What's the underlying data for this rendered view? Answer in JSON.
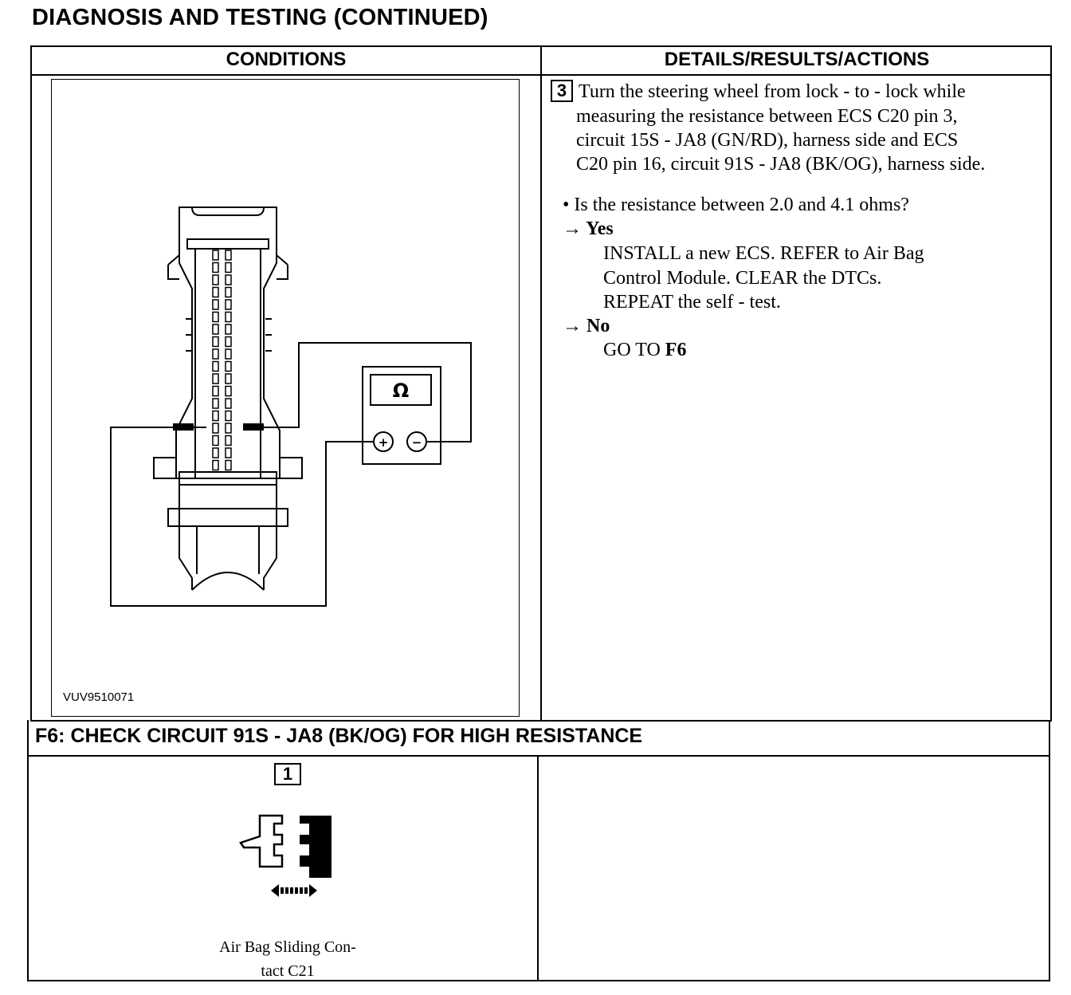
{
  "page": {
    "title": "DIAGNOSIS AND TESTING (CONTINUED)"
  },
  "table": {
    "conditions_header": "CONDITIONS",
    "details_header": "DETAILS/RESULTS/ACTIONS"
  },
  "diagram": {
    "figure_id": "VUV9510071",
    "meter_symbol": "Ω",
    "plus_symbol": "+",
    "minus_symbol": "−"
  },
  "step3": {
    "number": "3",
    "instruction_lines": [
      "Turn the steering wheel from lock - to - lock while",
      "measuring the resistance between ECS C20 pin 3,",
      "circuit 15S - JA8 (GN/RD), harness side and ECS",
      "C20 pin 16, circuit 91S - JA8 (BK/OG), harness side."
    ],
    "question": "• Is the resistance between 2.0 and 4.1 ohms?",
    "yes_label": "→ Yes",
    "yes_action_lines": [
      "INSTALL a new ECS.   REFER to Air Bag",
      "Control Module. CLEAR the DTCs.",
      "REPEAT the self - test."
    ],
    "no_label": "→ No",
    "no_action_prefix": "GO TO ",
    "no_action_target": "F6"
  },
  "f6": {
    "title": "F6: CHECK CIRCUIT 91S - JA8 (BK/OG) FOR HIGH RESISTANCE",
    "step_number": "1",
    "caption_lines": [
      "Air Bag Sliding Con-",
      "tact C21"
    ]
  }
}
